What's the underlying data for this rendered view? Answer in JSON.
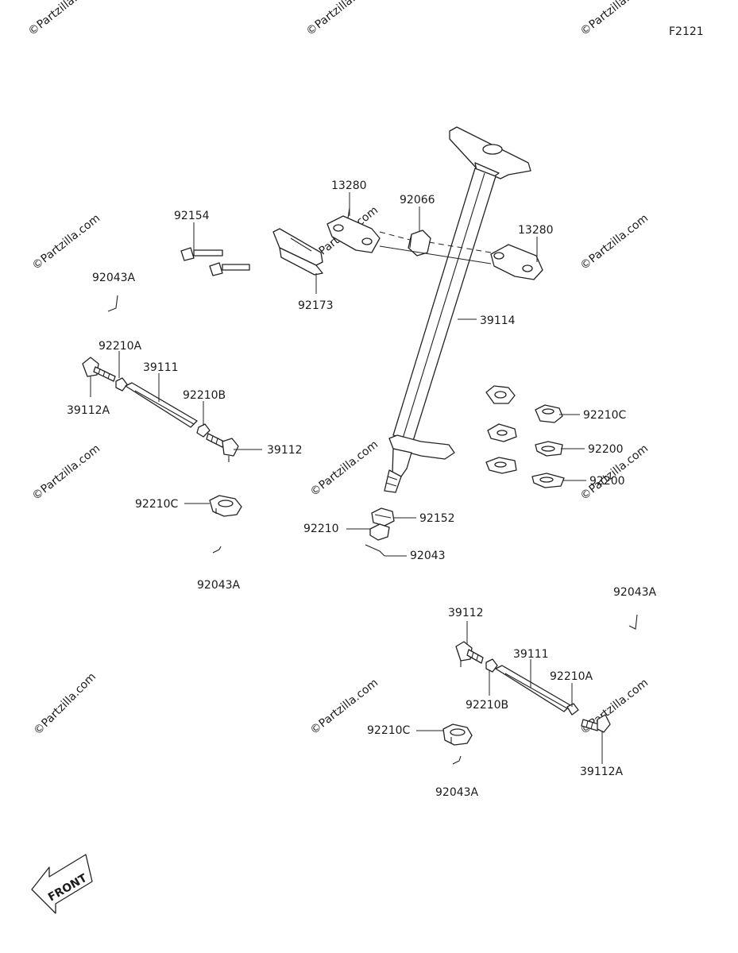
{
  "diagram_id": "F2121",
  "watermark": "©Partzilla.com",
  "logo": "©Partzilla.com",
  "front_label": "FRONT",
  "callouts": {
    "p13280_left": "13280",
    "p92066": "92066",
    "p13280_right": "13280",
    "p92154": "92154",
    "p92043A_top": "92043A",
    "p92173": "92173",
    "p39114": "39114",
    "p92210A_left": "92210A",
    "p39111_left": "39111",
    "p39112A_left": "39112A",
    "p92210B_left": "92210B",
    "p39112_left": "39112",
    "p92210C_right": "92210C",
    "p92200_upper": "92200",
    "p92200_lower": "92200",
    "p92210C_left": "92210C",
    "p92152": "92152",
    "p92210": "92210",
    "p92043": "92043",
    "p92043A_mid": "92043A",
    "p92043A_right": "92043A",
    "p39112_right": "39112",
    "p39111_right": "39111",
    "p92210A_right": "92210A",
    "p92210B_right": "92210B",
    "p92210C_bottom": "92210C",
    "p39112A_right": "39112A",
    "p92043A_bottom": "92043A"
  }
}
